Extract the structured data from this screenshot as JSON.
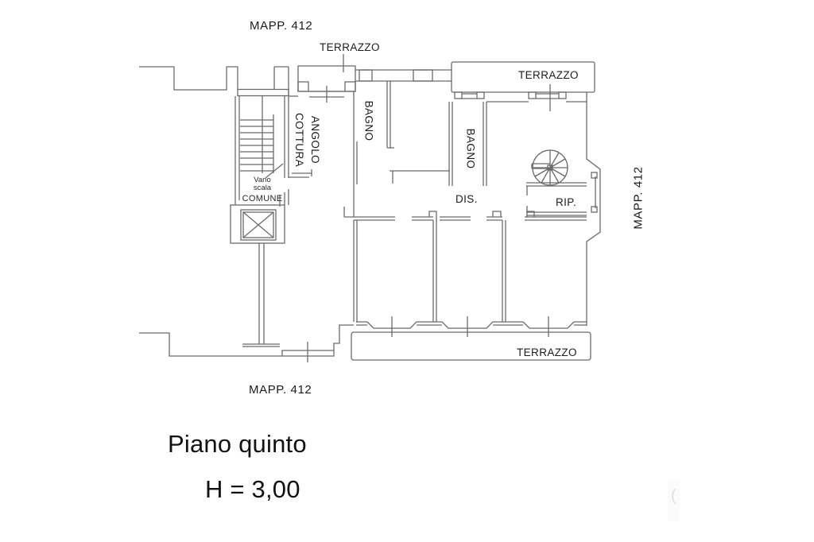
{
  "plan": {
    "labels": {
      "mapp_top": "MAPP. 412",
      "terrazzo_top": "TERRAZZO",
      "terrazzo_top_right": "TERRAZZO",
      "terrazzo_bottom": "TERRAZZO",
      "mapp_bottom": "MAPP. 412",
      "mapp_right": "MAPP. 412",
      "bagno_1": "BAGNO",
      "bagno_2": "BAGNO",
      "angolo_cottura_line1": "ANGOLO",
      "angolo_cottura_line2": "COTTURA",
      "vano_scala_line1": "Vano",
      "vano_scala_line2": "scala",
      "vano_scala_line3": "COMUNE",
      "dis": "DIS.",
      "rip": "RIP."
    },
    "caption": {
      "floor": "Piano quinto",
      "height": "H = 3,00"
    },
    "colors": {
      "wall_line": "#6b6b6b",
      "filled_wall": "#b3b3b3",
      "text": "#1c1c1c",
      "background": "#ffffff"
    },
    "artifact_glyph": "("
  }
}
